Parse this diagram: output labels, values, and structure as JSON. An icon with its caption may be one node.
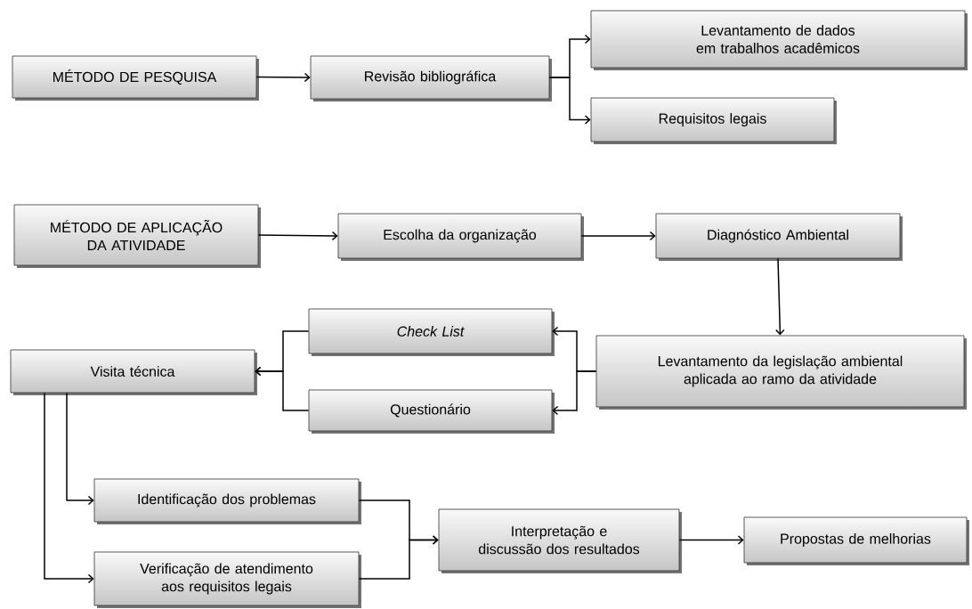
{
  "diagram": {
    "nodes": [
      {
        "text": [
          "MÉTODO DE PESQUISA"
        ]
      },
      {
        "text": [
          "Revisão bibliográfica"
        ]
      },
      {
        "text": [
          "Levantamento de dados em trabalhos acadêmicos"
        ]
      },
      {
        "text": [
          "Requisitos legais"
        ]
      },
      {
        "text": [
          "MÉTODO DE APLICAÇÃO DA ATIVIDADE"
        ]
      },
      {
        "text": [
          "Escolha da organização"
        ]
      },
      {
        "text": [
          "Diagnóstico Ambiental"
        ]
      },
      {
        "text": [
          "Check List"
        ]
      },
      {
        "text": [
          "Levantamento da legislação ambiental aplicada ao ramo da atividade"
        ]
      },
      {
        "text": [
          "Visita técnica"
        ]
      },
      {
        "text": [
          "Questionário"
        ]
      },
      {
        "text": [
          "Identificação dos problemas"
        ]
      },
      {
        "text": [
          "Verificação de atendimento aos requisitos legais"
        ]
      },
      {
        "text": [
          "Interpretação e discussão dos resultados"
        ]
      },
      {
        "text": [
          "Propostas de melhorias"
        ]
      }
    ],
    "edges": [
      {
        "from": 0,
        "to": 1,
        "arrow": "to"
      },
      {
        "from": 1,
        "to": 2,
        "arrow": "to"
      },
      {
        "from": 1,
        "to": 3,
        "arrow": "to"
      },
      {
        "from": 4,
        "to": 5,
        "arrow": "to"
      },
      {
        "from": 5,
        "to": 6,
        "arrow": "to"
      },
      {
        "from": 6,
        "to": 8,
        "arrow": "to"
      },
      {
        "from": 8,
        "to": 7,
        "arrow": "to"
      },
      {
        "from": 8,
        "to": 10,
        "arrow": "to"
      },
      {
        "from": 7,
        "to": 9,
        "arrow": "to"
      },
      {
        "from": 10,
        "to": 9,
        "arrow": "to"
      },
      {
        "from": 9,
        "to": 11,
        "arrow": "to"
      },
      {
        "from": 9,
        "to": 12,
        "arrow": "to"
      },
      {
        "from": 11,
        "to": 13,
        "arrow": "to"
      },
      {
        "from": 12,
        "to": 13,
        "arrow": "to"
      },
      {
        "from": 13,
        "to": 14,
        "arrow": "to"
      }
    ]
  }
}
